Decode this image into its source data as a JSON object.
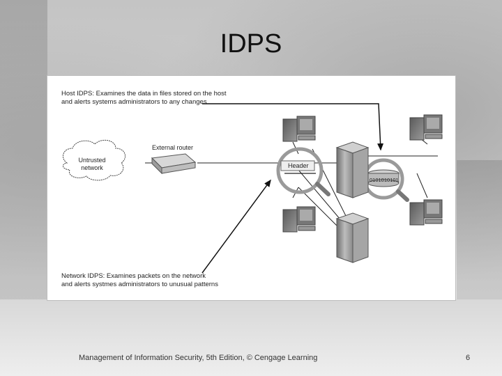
{
  "slide": {
    "title": "IDPS",
    "footer": "Management of Information Security, 5th Edition, © Cengage Learning",
    "page_number": "6"
  },
  "diagram": {
    "host_caption": [
      "Host IDPS: Examines the data in files stored on the host",
      "and alerts systems administrators to any changes"
    ],
    "network_caption": [
      "Network IDPS: Examines packets on the network",
      "and alerts systmes administrators to unusual patterns"
    ],
    "cloud_label": [
      "Untrusted",
      "network"
    ],
    "router_label": "External router",
    "header_label": "Header",
    "binary_label": "0101010101"
  }
}
